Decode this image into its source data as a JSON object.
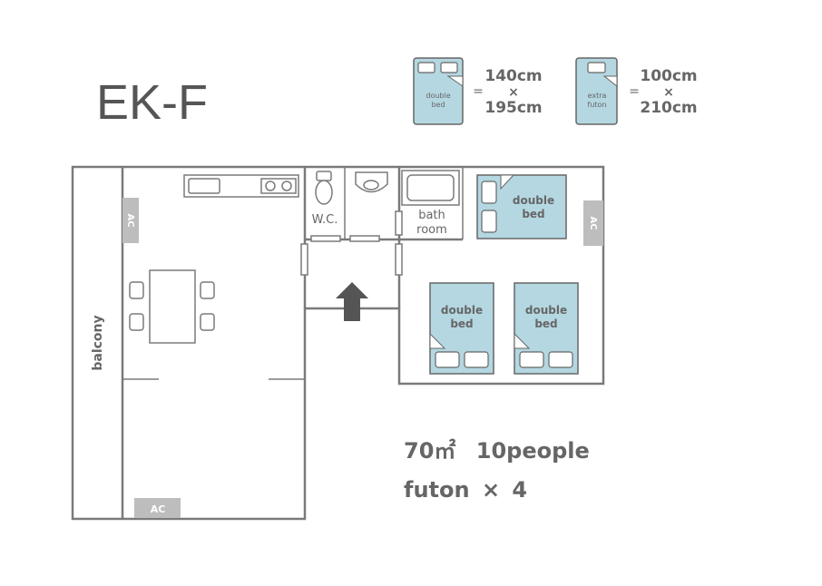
{
  "title": "EK-F",
  "legend": {
    "double_bed": {
      "icon_label_line1": "double",
      "icon_label_line2": "bed",
      "equals": "=",
      "width": "140cm",
      "times": "×",
      "length": "195cm"
    },
    "extra_futon": {
      "icon_label_line1": "extra",
      "icon_label_line2": "futon",
      "equals": "=",
      "width": "100cm",
      "times": "×",
      "length": "210cm"
    }
  },
  "rooms": {
    "wc": "W.C.",
    "bathroom_line1": "bath",
    "bathroom_line2": "room",
    "balcony": "balcony",
    "ac": "AC"
  },
  "beds": [
    {
      "line1": "double",
      "line2": "bed"
    },
    {
      "line1": "double",
      "line2": "bed"
    },
    {
      "line1": "double",
      "line2": "bed"
    }
  ],
  "summary": {
    "area": "70㎡",
    "capacity": "10people",
    "futon": "futon",
    "futon_times": "×",
    "futon_count": "4"
  },
  "colors": {
    "bed_fill": "#b4d7e1",
    "wall": "#7a7a7a",
    "ac_badge": "#bdbdbd",
    "text": "#666666"
  }
}
